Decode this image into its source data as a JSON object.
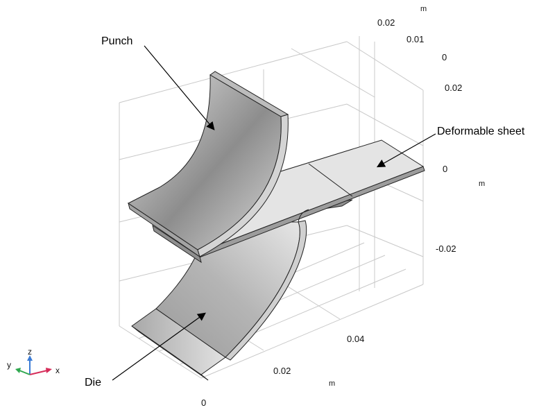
{
  "labels": {
    "punch": "Punch",
    "sheet": "Deformable sheet",
    "die": "Die"
  },
  "axis_ticks": {
    "top_a": "0.02",
    "top_b": "0.01",
    "top_c": "0",
    "top_unit": "m",
    "right_a": "0.02",
    "right_b": "0",
    "right_c": "-0.02",
    "right_unit": "m",
    "bottom_a": "0.04",
    "bottom_b": "0.02",
    "bottom_c": "0",
    "bottom_unit": "m"
  },
  "triad": {
    "x": "x",
    "y": "y",
    "z": "z"
  },
  "colors": {
    "grid": "#c8c8c8",
    "edge": "#222222",
    "surface_light": "#e6e6e6",
    "surface_dark": "#8a8a8a",
    "axis_x": "#d62d5a",
    "axis_y": "#2fa84f",
    "axis_z": "#3a7bd5"
  }
}
